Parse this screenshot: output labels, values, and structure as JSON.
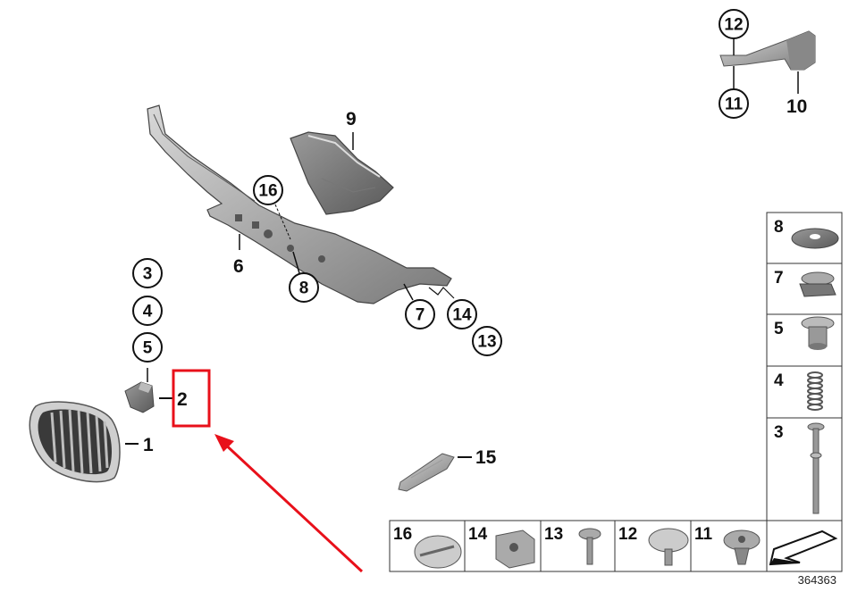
{
  "diagram_id": "364363",
  "highlight_color": "#e8101a",
  "callouts": {
    "p1": "1",
    "p2": "2",
    "p3": "3",
    "p4": "4",
    "p5": "5",
    "p6": "6",
    "p7": "7",
    "p8": "8",
    "p9": "9",
    "p10": "10",
    "p11": "11",
    "p12": "12",
    "p13": "13",
    "p14": "14",
    "p15": "15",
    "p16": "16"
  },
  "side_table": [
    "8",
    "7",
    "5",
    "4",
    "3"
  ],
  "bottom_table": [
    "16",
    "14",
    "13",
    "12",
    "11"
  ]
}
